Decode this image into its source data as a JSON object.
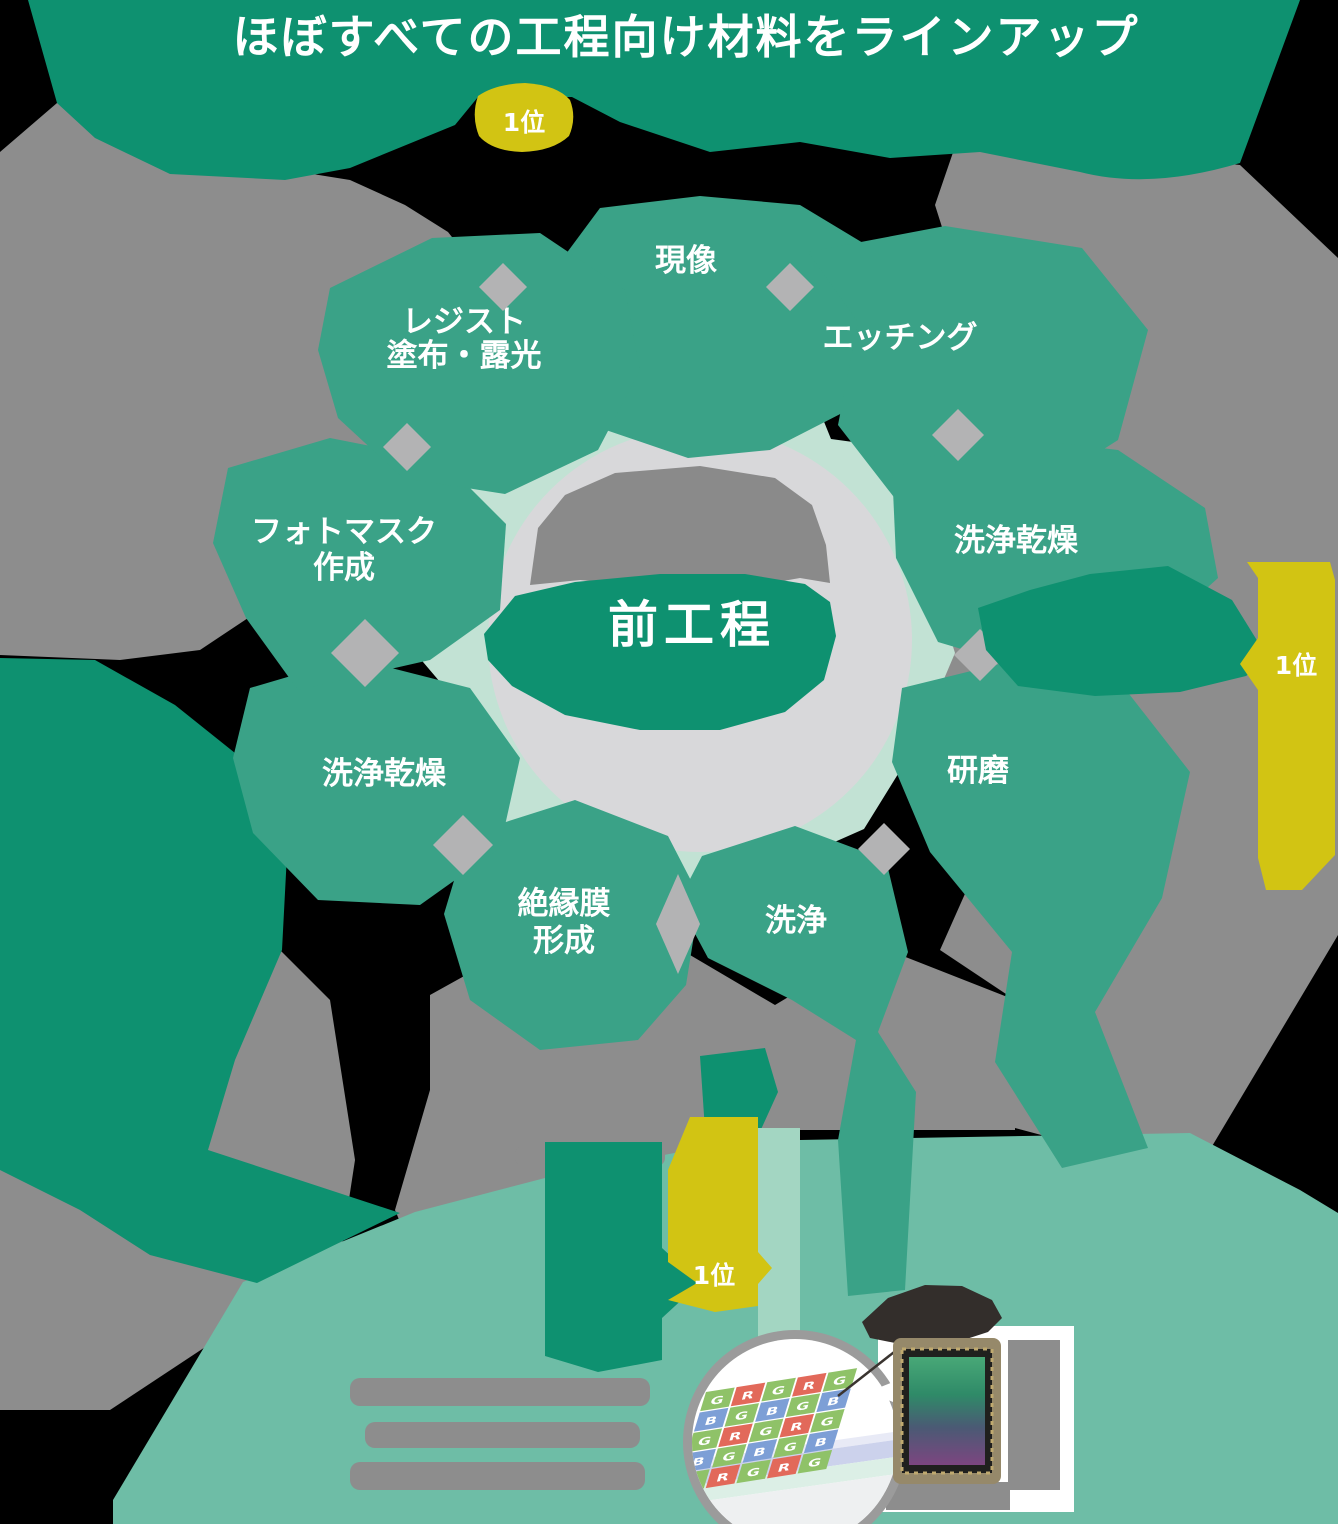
{
  "title": "ほぼすべての工程向け材料をラインアップ",
  "center": {
    "label": "前工程"
  },
  "steps": [
    {
      "id": "developing",
      "lines": [
        "現像"
      ]
    },
    {
      "id": "etching",
      "lines": [
        "エッチング"
      ]
    },
    {
      "id": "cleaning-drying-right",
      "lines": [
        "洗浄乾燥"
      ]
    },
    {
      "id": "polishing",
      "lines": [
        "研磨"
      ]
    },
    {
      "id": "cleaning",
      "lines": [
        "洗浄"
      ]
    },
    {
      "id": "insulating-film-formation",
      "lines": [
        "絶縁膜",
        "形成"
      ]
    },
    {
      "id": "cleaning-drying-left",
      "lines": [
        "洗浄乾燥"
      ]
    },
    {
      "id": "photomask-creation",
      "lines": [
        "フォトマスク",
        "作成"
      ]
    },
    {
      "id": "resist-coating-exposure",
      "lines": [
        "レジスト",
        "塗布・露光"
      ]
    }
  ],
  "badges": {
    "top": "1位",
    "right": "1位",
    "bottom": "1位"
  },
  "sensor_callout": {
    "bayer_rows": [
      "GRGRG",
      "BGBGB",
      "GRGRG",
      "BGBGB",
      "GRGRG"
    ],
    "cell_colors": {
      "R": "#e2695a",
      "G": "#8fc268",
      "B": "#7d9fd6"
    }
  },
  "colors": {
    "dark_green": "#0e9170",
    "process_green": "#3aa287",
    "sea_green": "#6ebda6",
    "mint": "#c2e2d4",
    "ring_gray": "#d8d8da",
    "blob_gray": "#8d8d8d",
    "diamond_gray": "#b3b3b4",
    "rank_yellow": "#d2c413",
    "text_white": "#ffffff"
  }
}
